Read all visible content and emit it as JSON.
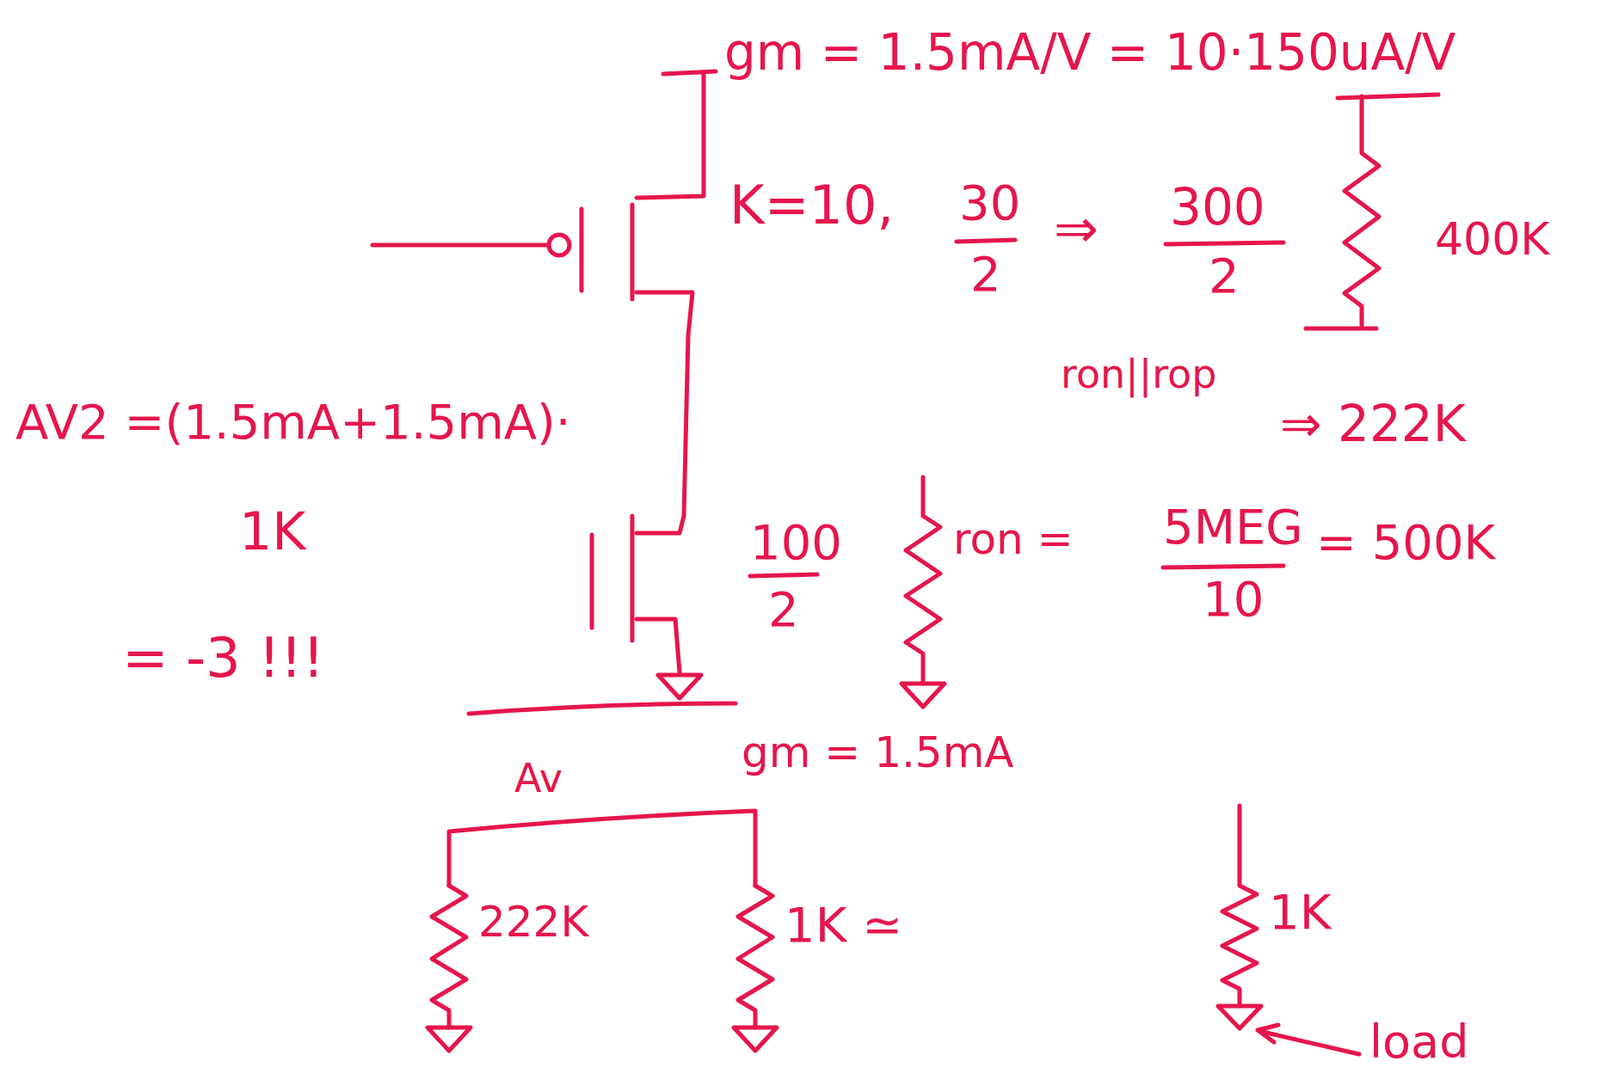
{
  "diagram": {
    "labels": [
      "gm = 1.5mA/V = 10·150uA/V",
      "K=10,",
      "30",
      "2",
      "⇒",
      "300",
      "2",
      "400K",
      "ron||rop",
      "⇒ 222K",
      "100",
      "2",
      "ron =",
      "5MEG",
      "10",
      "= 500K",
      "gm = 1.5mA",
      "Av",
      "AV2 =(1.5mA+1.5mA)·",
      "1K",
      "= -3 !!!",
      "222K",
      "1K ≃",
      "1K",
      "load"
    ]
  }
}
